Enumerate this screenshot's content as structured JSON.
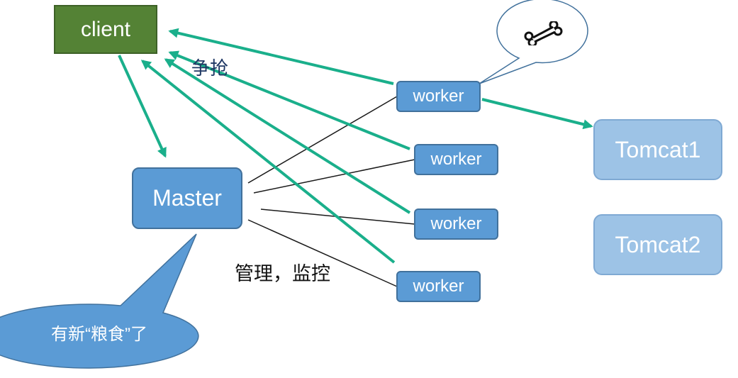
{
  "nodes": {
    "client": "client",
    "master": "Master",
    "workers": [
      "worker",
      "worker",
      "worker",
      "worker"
    ],
    "tomcat1": "Tomcat1",
    "tomcat2": "Tomcat2"
  },
  "labels": {
    "compete": "争抢",
    "manage": "管理，监控",
    "new_food": "有新“粮食”了"
  },
  "icons": {
    "bone": "bone-icon"
  },
  "colors": {
    "client_fill": "#548235",
    "node_fill": "#5b9bd5",
    "tomcat_fill": "#9dc3e6",
    "arrow": "#1aaf8b",
    "link": "#1a1a1a"
  }
}
